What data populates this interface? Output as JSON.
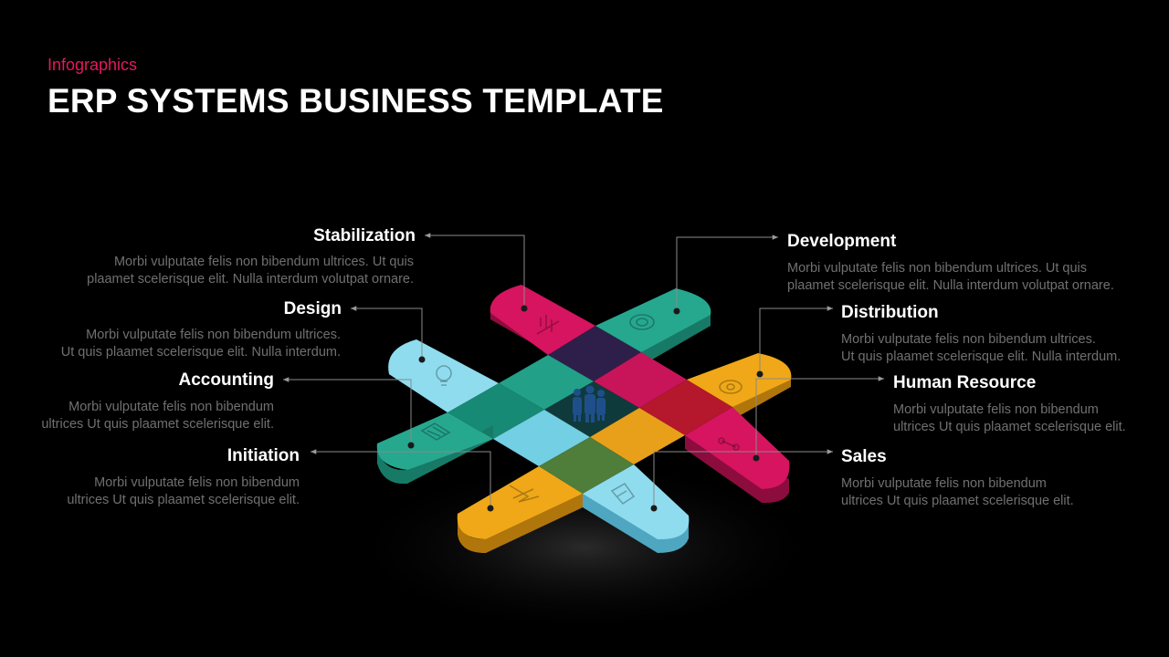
{
  "header": {
    "subtitle": "Infographics",
    "title": "ERP SYSTEMS BUSINESS TEMPLATE"
  },
  "colors": {
    "pink": "#d6145f",
    "teal": "#26a88f",
    "lightblue": "#7fd3e8",
    "yellow": "#f0a818",
    "accent": "#e5185f"
  },
  "center_icon": "people-group-icon",
  "items": [
    {
      "key": "stabilization",
      "label": "Stabilization",
      "line1": "Morbi vulputate  felis non bibendum ultrices. Ut quis",
      "line2": "plaamet scelerisque elit. Nulla  interdum volutpat  ornare.",
      "icon": "bar-chart-icon"
    },
    {
      "key": "design",
      "label": "Design",
      "line1": "Morbi vulputate  felis non bibendum ultrices.",
      "line2": "Ut quis plaamet scelerisque elit. Nulla  interdum.",
      "icon": "lightbulb-icon"
    },
    {
      "key": "accounting",
      "label": "Accounting",
      "line1": "Morbi vulputate  felis non bibendum",
      "line2": "ultrices Ut quis plaamet scelerisque elit.",
      "icon": "calculator-icon"
    },
    {
      "key": "initiation",
      "label": "Initiation",
      "line1": "Morbi vulputate  felis non bibendum",
      "line2": "ultrices Ut quis plaamet scelerisque elit.",
      "icon": "hourglass-icon"
    },
    {
      "key": "development",
      "label": "Development",
      "line1": "Morbi vulputate  felis non bibendum ultrices. Ut quis",
      "line2": "plaamet scelerisque elit. Nulla  interdum volutpat  ornare.",
      "icon": "target-icon"
    },
    {
      "key": "distribution",
      "label": "Distribution",
      "line1": "Morbi vulputate  felis non bibendum ultrices.",
      "line2": "Ut quis plaamet scelerisque elit. Nulla  interdum.",
      "icon": "gear-icon"
    },
    {
      "key": "human_resource",
      "label": "Human Resource",
      "line1": "Morbi vulputate  felis non bibendum",
      "line2": "ultrices Ut quis plaamet scelerisque elit.",
      "icon": "network-icon"
    },
    {
      "key": "sales",
      "label": "Sales",
      "line1": "Morbi vulputate  felis non bibendum",
      "line2": "ultrices Ut quis plaamet scelerisque elit.",
      "icon": "sales-chart-icon"
    }
  ]
}
